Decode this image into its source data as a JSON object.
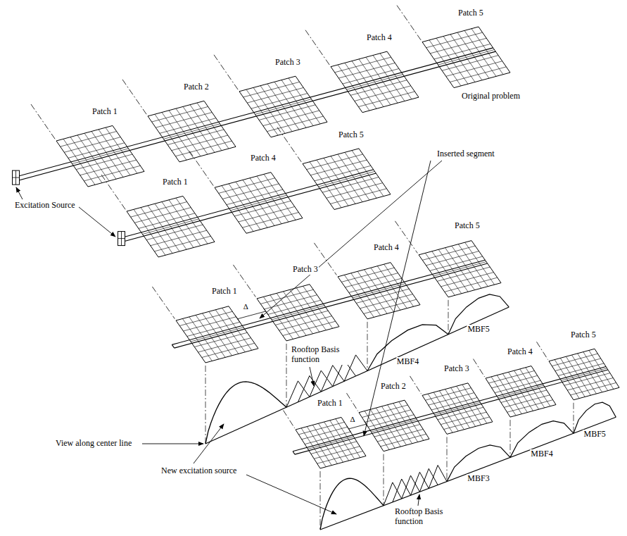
{
  "diagram": {
    "labels": [
      "Patch 5",
      "Patch 4",
      "Patch 3",
      "Patch 2",
      "Patch 1",
      "Original problem",
      "Patch 5",
      "Patch 4",
      "Excitation Source",
      "Patch 1",
      "Inserted segment",
      "Patch 5",
      "Patch 4",
      "Patch 3",
      "Patch 1",
      "Δ",
      "Rooftop Basis function",
      "MBF5",
      "MBF4",
      "View along center line",
      "Patch 5",
      "Patch 4",
      "Patch 3",
      "Patch 2",
      "Patch 1",
      "Δ",
      "Rooftop Basis function",
      "New excitation source",
      "MBF5",
      "MBF4",
      "MBF3"
    ]
  }
}
